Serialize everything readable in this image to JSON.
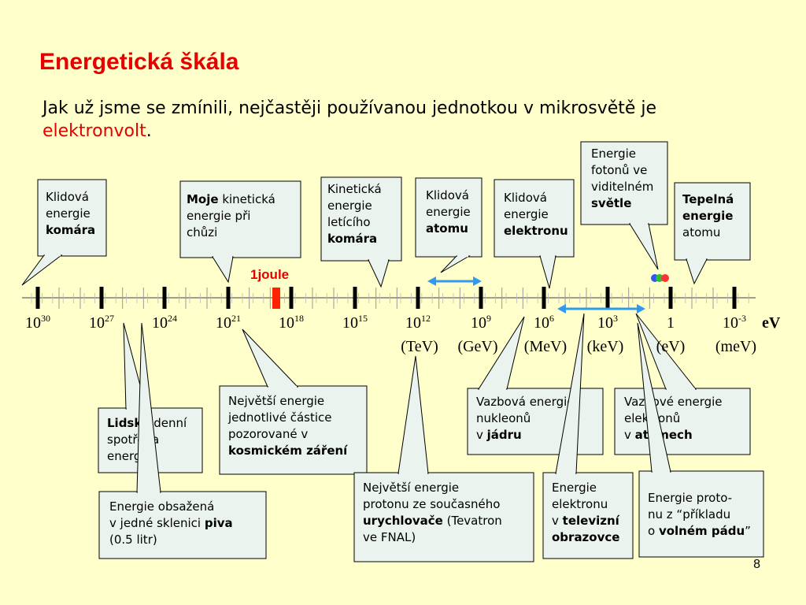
{
  "title": "Energetická škála",
  "intro": {
    "text": "Jak už jsme se zmínili, nejčastěji používanou jednotkou v mikrosvětě je ",
    "accent": "elektronvolt",
    "end": "."
  },
  "axis": {
    "ticks": [
      {
        "base": "10",
        "exp": "30"
      },
      {
        "base": "10",
        "exp": "27"
      },
      {
        "base": "10",
        "exp": "24"
      },
      {
        "base": "10",
        "exp": "21"
      },
      {
        "base": "10",
        "exp": "18"
      },
      {
        "base": "10",
        "exp": "15"
      },
      {
        "base": "10",
        "exp": "12"
      },
      {
        "base": "10",
        "exp": "9"
      },
      {
        "base": "10",
        "exp": "6"
      },
      {
        "base": "10",
        "exp": "3"
      },
      {
        "base": "1",
        "exp": ""
      },
      {
        "base": "10",
        "exp": "-3"
      }
    ],
    "units": [
      "(TeV)",
      "(GeV)",
      "(MeV)",
      "(keV)",
      "(eV)",
      "(meV)"
    ],
    "axis_unit": "eV",
    "joule_label": "1joule"
  },
  "boxes": {
    "top": [
      {
        "name": "rest-energy-mosquito-box",
        "lines": [
          [
            {
              "t": "Klidová"
            }
          ],
          [
            {
              "t": "energie"
            }
          ],
          [
            {
              "t": "komára",
              "b": true
            }
          ]
        ]
      },
      {
        "name": "walking-energy-box",
        "lines": [
          [
            {
              "t": "Moje",
              "b": true
            },
            {
              "t": " kinetická"
            }
          ],
          [
            {
              "t": "energie při"
            }
          ],
          [
            {
              "t": "chůzi"
            }
          ]
        ]
      },
      {
        "name": "flying-mosquito-box",
        "lines": [
          [
            {
              "t": "Kinetická"
            }
          ],
          [
            {
              "t": "energie"
            }
          ],
          [
            {
              "t": "letícího"
            }
          ],
          [
            {
              "t": "komára",
              "b": true
            }
          ]
        ]
      },
      {
        "name": "rest-energy-atom-box",
        "lines": [
          [
            {
              "t": "Klidová"
            }
          ],
          [
            {
              "t": "energie"
            }
          ],
          [
            {
              "t": "atomu",
              "b": true
            }
          ]
        ]
      },
      {
        "name": "rest-energy-electron-box",
        "lines": [
          [
            {
              "t": "Klidová"
            }
          ],
          [
            {
              "t": "energie"
            }
          ],
          [
            {
              "t": "elektronu",
              "b": true
            }
          ]
        ]
      },
      {
        "name": "visible-light-photon-box",
        "lines": [
          [
            {
              "t": "Energie"
            }
          ],
          [
            {
              "t": "fotonů ve"
            }
          ],
          [
            {
              "t": "viditelném"
            }
          ],
          [
            {
              "t": "světle",
              "b": true
            }
          ]
        ]
      },
      {
        "name": "thermal-energy-box",
        "lines": [
          [
            {
              "t": "Tepelná",
              "b": true
            }
          ],
          [
            {
              "t": "energie",
              "b": true
            }
          ],
          [
            {
              "t": "atomu"
            }
          ]
        ]
      }
    ],
    "bottom": [
      {
        "name": "human-daily-energy-box",
        "lines": [
          [
            {
              "t": "Lidská",
              "b": true
            },
            {
              "t": " denní"
            }
          ],
          [
            {
              "t": "spotřeba"
            }
          ],
          [
            {
              "t": "energie"
            }
          ]
        ]
      },
      {
        "name": "beer-glass-energy-box",
        "lines": [
          [
            {
              "t": "Energie obsažená"
            }
          ],
          [
            {
              "t": "v jedné sklenici "
            },
            {
              "t": "piva",
              "b": true
            }
          ],
          [
            {
              "t": "(0.5 litr)"
            }
          ]
        ]
      },
      {
        "name": "cosmic-ray-energy-box",
        "lines": [
          [
            {
              "t": "Největší energie"
            }
          ],
          [
            {
              "t": "jednotlivé částice"
            }
          ],
          [
            {
              "t": "pozorované v"
            }
          ],
          [
            {
              "t": "kosmickém záření",
              "b": true
            }
          ]
        ]
      },
      {
        "name": "accelerator-energy-box",
        "lines": [
          [
            {
              "t": "Největší energie"
            }
          ],
          [
            {
              "t": "protonu ze současného"
            }
          ],
          [
            {
              "t": "urychlovače",
              "b": true
            },
            {
              "t": " (Tevatron"
            }
          ],
          [
            {
              "t": "ve FNAL)"
            }
          ]
        ]
      },
      {
        "name": "nuclear-binding-box",
        "lines": [
          [
            {
              "t": "Vazbová energie"
            }
          ],
          [
            {
              "t": "nukleonů"
            }
          ],
          [
            {
              "t": "v "
            },
            {
              "t": "jádru",
              "b": true
            }
          ]
        ]
      },
      {
        "name": "atomic-binding-box",
        "lines": [
          [
            {
              "t": "Vazbové energie"
            }
          ],
          [
            {
              "t": "elektronů"
            }
          ],
          [
            {
              "t": "v "
            },
            {
              "t": "atomech",
              "b": true
            }
          ]
        ]
      },
      {
        "name": "tv-electron-box",
        "lines": [
          [
            {
              "t": "Energie"
            }
          ],
          [
            {
              "t": "elektronu"
            }
          ],
          [
            {
              "t": "v "
            },
            {
              "t": "televizní",
              "b": true
            }
          ],
          [
            {
              "t": "obrazovce",
              "b": true
            }
          ]
        ]
      },
      {
        "name": "free-fall-proton-box",
        "lines": [
          [
            {
              "t": "Energie proto-"
            }
          ],
          [
            {
              "t": "nu z “příkladu"
            }
          ],
          [
            {
              "t": "o "
            },
            {
              "t": "volném pádu",
              "b": true
            },
            {
              "t": "”"
            }
          ]
        ]
      }
    ]
  },
  "colors": {
    "background": "#ffffcc",
    "title": "#e60000",
    "box_fill": "#eaf3ee",
    "arrow": "#3399ee",
    "joule_marker": "#ff2200"
  },
  "page_number": "8"
}
